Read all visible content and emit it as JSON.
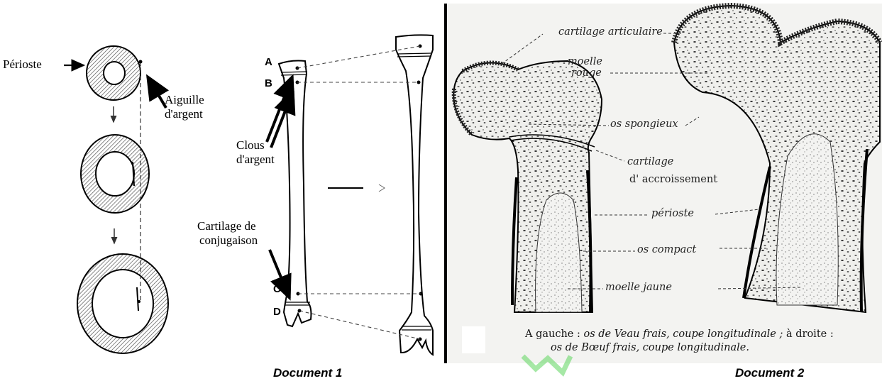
{
  "document1": {
    "labels": {
      "periosteum": "Périoste",
      "needle_line1": "Aiguille",
      "needle_line2": "d'argent",
      "nails_line1": "Clous",
      "nails_line2": "d'argent",
      "cartilage_line1": "Cartilage de",
      "cartilage_line2": "conjugaison"
    },
    "points": {
      "a": "A",
      "b": "B",
      "c": "C",
      "d": "D"
    },
    "caption": "Document 1"
  },
  "document2": {
    "labels": {
      "articular_cartilage": "cartilage articulaire",
      "red_marrow_line1": "moelle",
      "red_marrow_line2": "rouge",
      "spongy_bone": "os spongieux",
      "growth_cartilage_line1": "cartilage",
      "growth_cartilage_line2": "d' accroissement",
      "periosteum": "périoste",
      "compact_bone": "os compact",
      "yellow_marrow": "moelle jaune"
    },
    "legend": {
      "line1_prefix": "A gauche : ",
      "line1_italic": "os de Veau frais, coupe longitudinale ;",
      "line1_suffix": " à droite :",
      "line2_italic": "os de Bœuf frais, coupe longitudinale."
    },
    "caption": "Document 2"
  },
  "colors": {
    "ink": "#000000",
    "hatch": "#555555",
    "doc2_background": "#f3f3f1",
    "divider": "#000000"
  }
}
